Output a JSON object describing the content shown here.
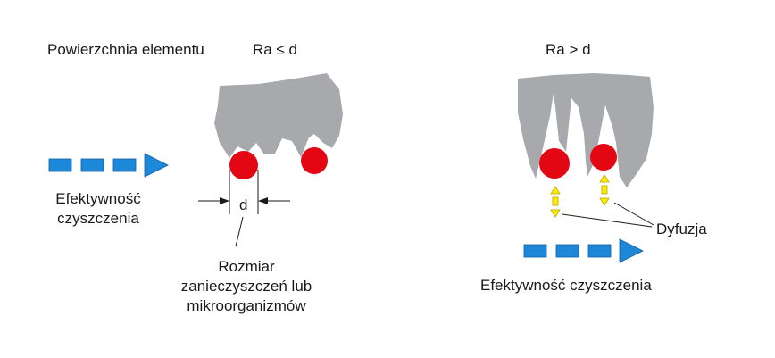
{
  "left_panel": {
    "surface_label": "Powierzchnia elementu",
    "condition_label": "Ra ≤ d",
    "flow_label_line1": "Efektywność",
    "flow_label_line2": "czyszczenia",
    "dimension_label": "d",
    "size_label_line1": "Rozmiar",
    "size_label_line2": "zanieczyszczeń lub",
    "size_label_line3": "mikroorganizmów"
  },
  "right_panel": {
    "condition_label": "Ra > d",
    "diffusion_label": "Dyfuzja",
    "flow_label": "Efektywność czyszczenia"
  },
  "colors": {
    "surface": "#a7a9ac",
    "particle": "#e30613",
    "flow_arrow": "#1e88d8",
    "diffusion_arrow": "#ffed00",
    "line": "#1a1a1a"
  }
}
